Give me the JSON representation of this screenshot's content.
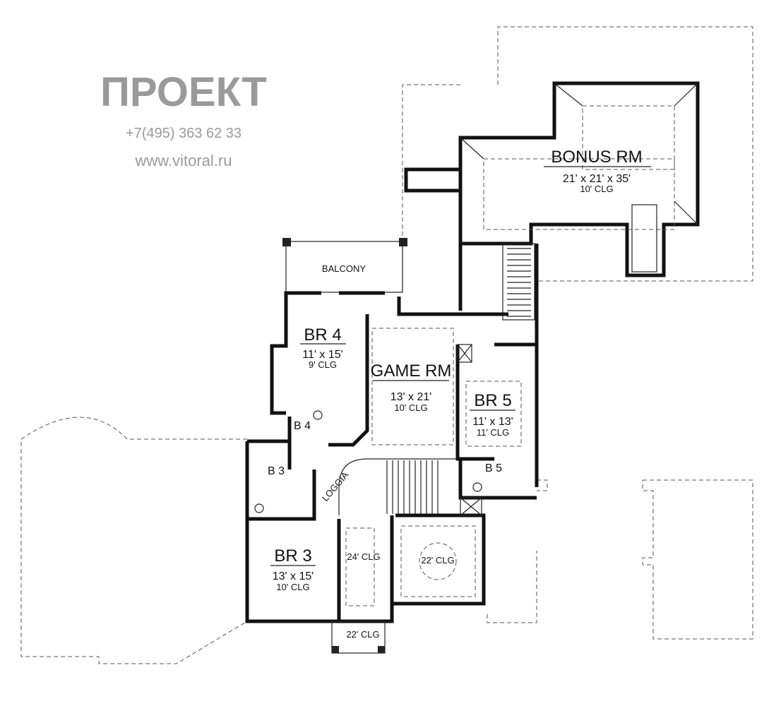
{
  "plan": {
    "rooms": [
      {
        "id": "bonus",
        "name": "BONUS RM",
        "size": "21' x 21' x 35'",
        "ceiling": "10' CLG"
      },
      {
        "id": "br4",
        "name": "BR 4",
        "size": "11' x 15'",
        "ceiling": "9' CLG"
      },
      {
        "id": "game",
        "name": "GAME RM",
        "size": "13' x 21'",
        "ceiling": "10' CLG"
      },
      {
        "id": "br5",
        "name": "BR 5",
        "size": "11' x 13'",
        "ceiling": "11' CLG"
      },
      {
        "id": "br3",
        "name": "BR 3",
        "size": "13' x 15'",
        "ceiling": "10' CLG"
      }
    ],
    "labels": {
      "balcony": "BALCONY",
      "b4": "B 4",
      "b3": "B 3",
      "b5": "B 5",
      "loggia": "LOGGIA",
      "clg24": "24' CLG",
      "clg22_round": "22' CLG",
      "clg22_porch": "22' CLG"
    }
  },
  "watermark": {
    "brand": "ПРОЕКТ",
    "phone": "+7(495) 363 62 33",
    "site": "www.vitoral.ru"
  }
}
